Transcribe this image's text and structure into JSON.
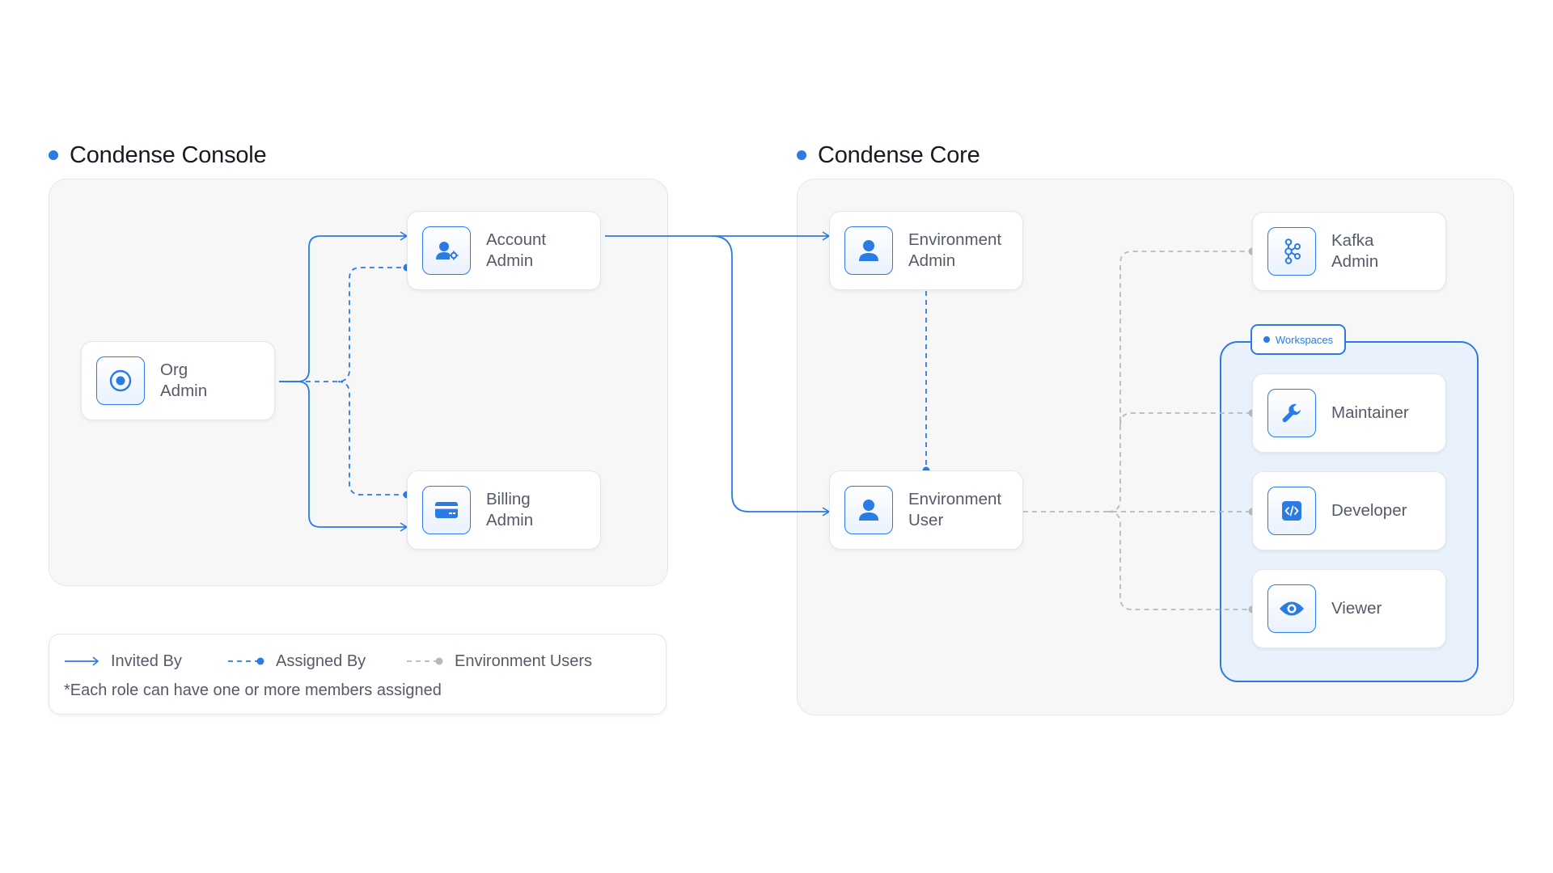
{
  "sections": {
    "console": {
      "title": "Condense Console"
    },
    "core": {
      "title": "Condense Core"
    }
  },
  "nodes": {
    "org_admin": {
      "label": "Org\nAdmin",
      "icon": "user-circle-icon"
    },
    "account_admin": {
      "label": "Account\nAdmin",
      "icon": "user-gear-icon"
    },
    "billing_admin": {
      "label": "Billing\nAdmin",
      "icon": "credit-card-icon"
    },
    "environment_admin": {
      "label": "Environment\nAdmin",
      "icon": "user-icon"
    },
    "environment_user": {
      "label": "Environment\nUser",
      "icon": "user-icon"
    },
    "kafka_admin": {
      "label": "Kafka\nAdmin",
      "icon": "kafka-icon"
    },
    "maintainer": {
      "label": "Maintainer",
      "icon": "wrench-icon"
    },
    "developer": {
      "label": "Developer",
      "icon": "code-icon"
    },
    "viewer": {
      "label": "Viewer",
      "icon": "eye-icon"
    }
  },
  "workspaces": {
    "label": "Workspaces"
  },
  "legend": {
    "invited_by": "Invited By",
    "assigned_by": "Assigned By",
    "environment_users": "Environment Users",
    "note": "*Each role can have one or more members assigned"
  },
  "colors": {
    "accent": "#2a7be4",
    "gray_line": "#b8b8bd",
    "panel_bg": "#f7f7f8",
    "workspace_bg": "#e9f1fc"
  }
}
